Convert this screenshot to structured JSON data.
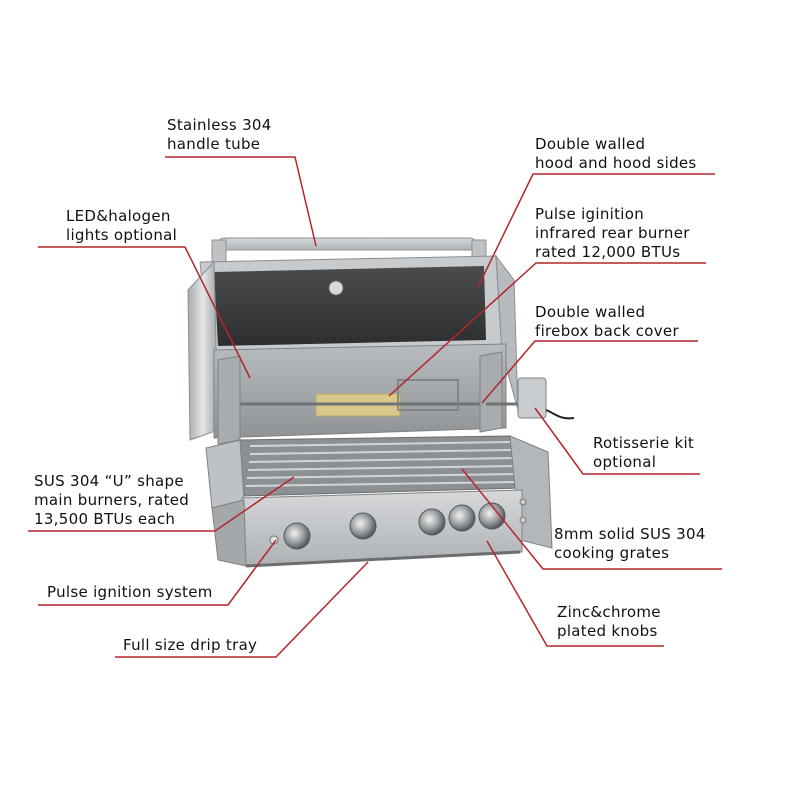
{
  "diagram": {
    "accent_color": "#b3262b",
    "labels": {
      "handle_tube": [
        "Stainless 304",
        "handle tube"
      ],
      "lights": [
        "LED&halogen",
        "lights optional"
      ],
      "main_burners": [
        "SUS 304 “U” shape",
        "main burners, rated",
        "13,500 BTUs each"
      ],
      "pulse_ignition": [
        "Pulse ignition system"
      ],
      "drip_tray": [
        "Full size drip tray"
      ],
      "hood": [
        "Double walled",
        "hood and hood sides"
      ],
      "rear_burner": [
        "Pulse iginition",
        "infrared rear burner",
        "rated 12,000 BTUs"
      ],
      "firebox": [
        "Double walled",
        "firebox back cover"
      ],
      "rotisserie": [
        "Rotisserie kit",
        "optional"
      ],
      "grates": [
        "8mm solid SUS 304",
        "cooking grates"
      ],
      "knobs": [
        "Zinc&chrome",
        "plated knobs"
      ]
    }
  }
}
